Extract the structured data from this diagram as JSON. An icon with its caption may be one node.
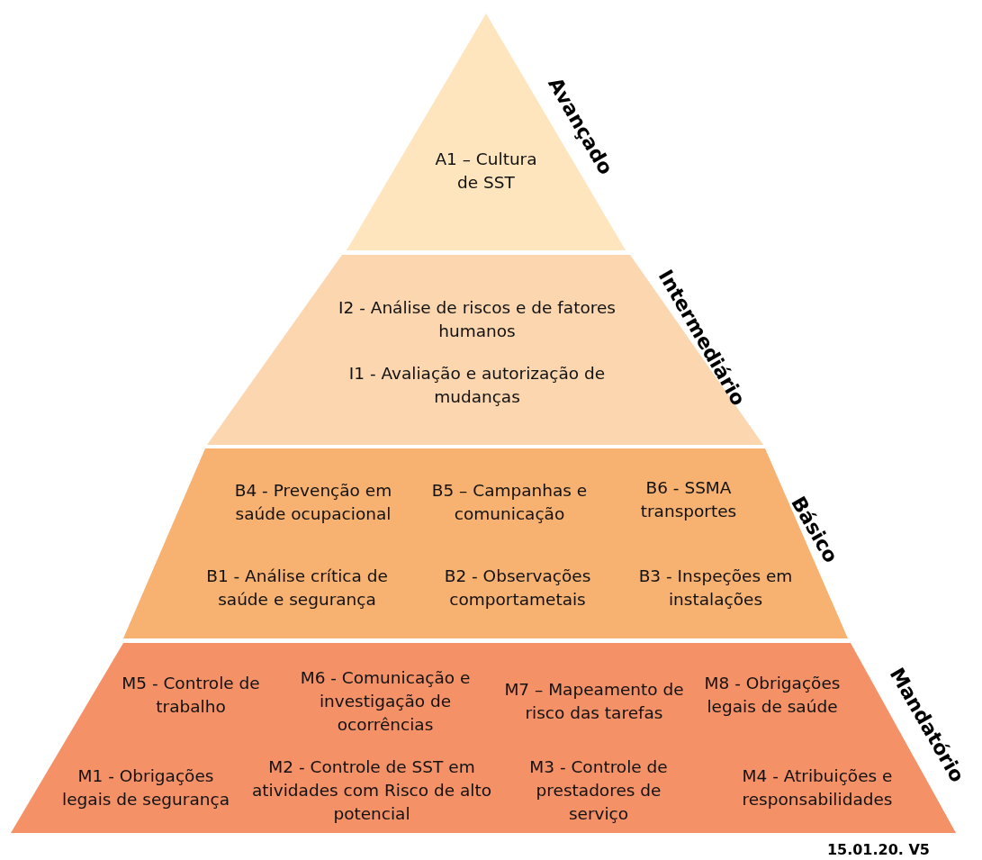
{
  "diagram": {
    "nodes": [
      {
        "text": [
          "A1 – Cultura de SST"
        ],
        "beside": [
          "Avançado"
        ]
      },
      {
        "text": [
          "I2 - Análise de riscos e de fatores humanos",
          "I1 - Avaliação e autorização de mudanças"
        ],
        "beside": [
          "Intermediário"
        ]
      },
      {
        "text": [
          "B4 - Prevenção em saúde ocupacional",
          "B5 – Campanhas e comunicação",
          "B6 - SSMA transportes",
          "B1 - Análise crítica de saúde e segurança",
          "B2 - Observações comportametais",
          "B3 - Inspeções em instalações"
        ],
        "beside": [
          "Básico"
        ]
      },
      {
        "text": [
          "M5 - Controle de trabalho",
          "M6 - Comunicação e investigação de ocorrências",
          "M7 – Mapeamento de risco das tarefas",
          "M8 - Obrigações legais de saúde",
          "M1 - Obrigações legais de segurança",
          "M2 - Controle de SST em atividades com Risco de alto potencial",
          "M3 - Controle de prestadores de serviço",
          "M4 - Atribuições e responsabilidades"
        ],
        "beside": [
          "Mandatório"
        ]
      }
    ],
    "labels": [
      "15.01.20. V5"
    ]
  }
}
